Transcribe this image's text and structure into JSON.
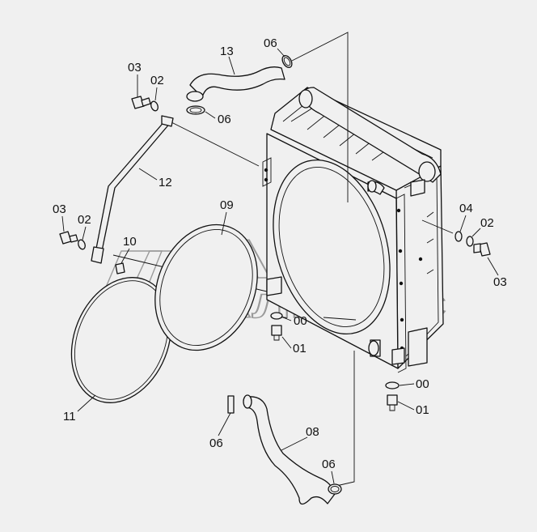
{
  "labels": {
    "p13": "13",
    "p06a": "06",
    "p06b": "06",
    "p03a": "03",
    "p02a": "02",
    "p12": "12",
    "p09": "09",
    "p03b": "03",
    "p02b": "02",
    "p10": "10",
    "p04": "04",
    "p02c": "02",
    "p03c": "03",
    "p00a": "00",
    "p01a": "01",
    "p11": "11",
    "p00b": "00",
    "p01b": "01",
    "p08": "08",
    "p06c": "06",
    "p06d": "06"
  },
  "watermark": {
    "line1": "АВТО",
    "line2": "АЛЬЯНС"
  }
}
